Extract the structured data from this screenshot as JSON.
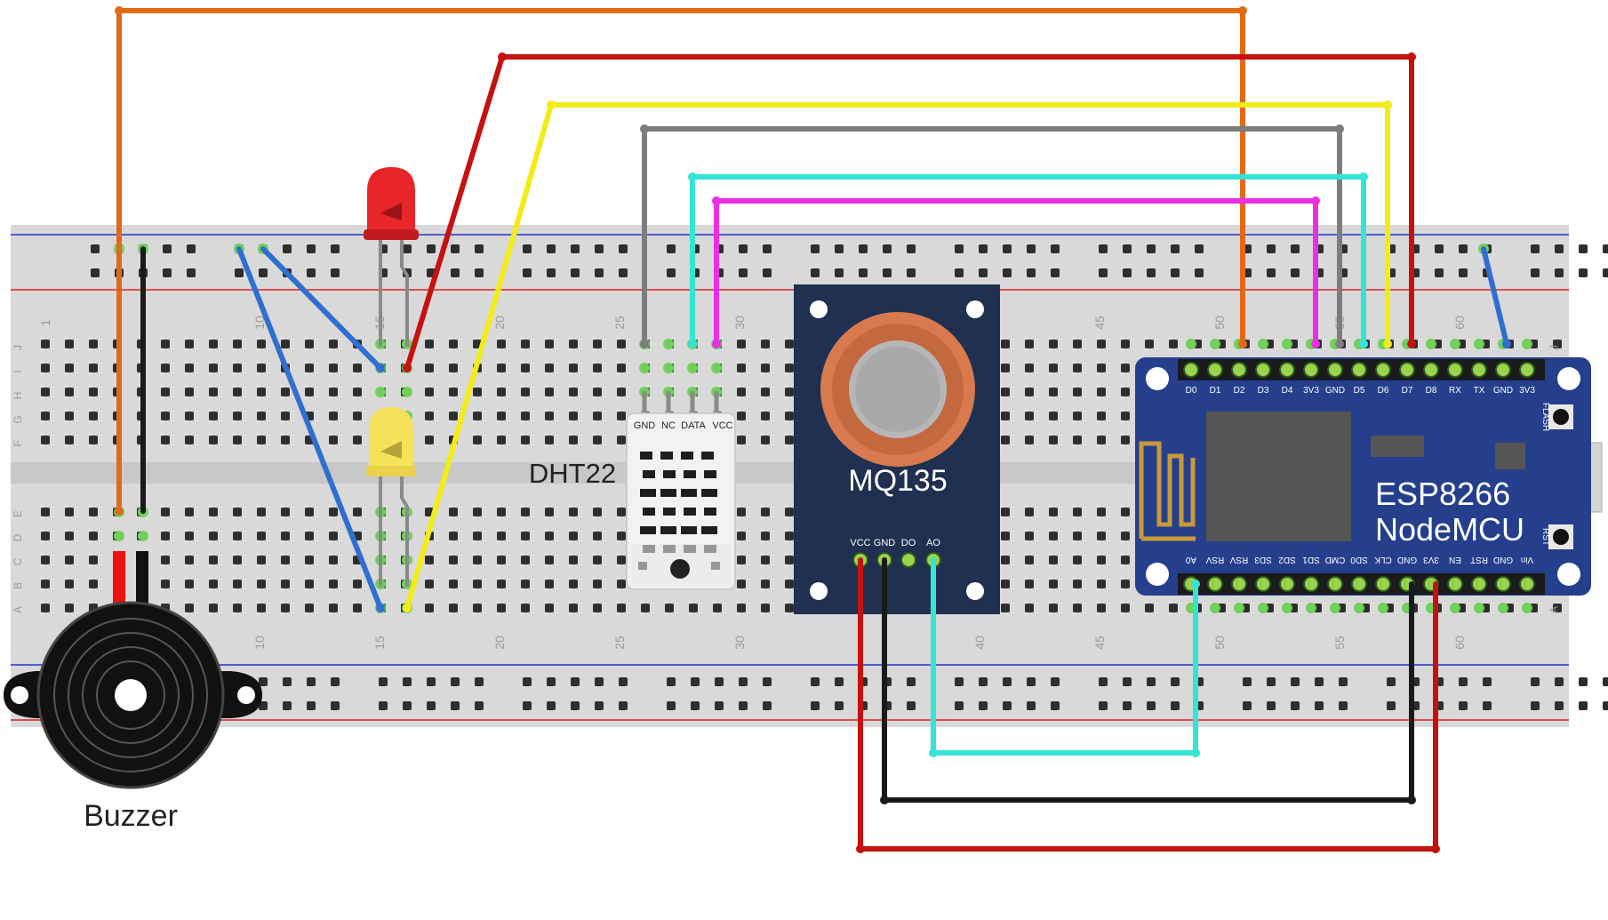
{
  "breadboard": {
    "row_letters_top": [
      "J",
      "I",
      "H",
      "G",
      "F"
    ],
    "row_letters_bottom": [
      "E",
      "D",
      "C",
      "B",
      "A"
    ],
    "column_numbers_top": [
      "1",
      "10",
      "15",
      "20",
      "25",
      "30",
      "45",
      "50",
      "55",
      "60"
    ],
    "column_numbers_bottom": [
      "10",
      "15",
      "20",
      "25",
      "30",
      "40",
      "45",
      "50",
      "55",
      "60"
    ],
    "corner_letters": [
      "J",
      "A"
    ]
  },
  "components": {
    "buzzer": {
      "label": "Buzzer"
    },
    "dht22": {
      "label": "DHT22",
      "pins": [
        "GND",
        "NC",
        "DATA",
        "VCC"
      ]
    },
    "mq135": {
      "label": "MQ135",
      "pins": [
        "VCC",
        "GND",
        "DO",
        "AO"
      ]
    },
    "esp8266": {
      "label_line1": "ESP8266",
      "label_line2": "NodeMCU",
      "top_pins": [
        "D0",
        "D1",
        "D2",
        "D3",
        "D4",
        "3V3",
        "GND",
        "D5",
        "D6",
        "D7",
        "D8",
        "RX",
        "TX",
        "GND",
        "3V3"
      ],
      "bottom_pins": [
        "A0",
        "RSV",
        "RSV",
        "SD3",
        "SD2",
        "SD1",
        "CMD",
        "SD0",
        "CLK",
        "GND",
        "3V3",
        "EN",
        "RST",
        "GND",
        "Vin"
      ],
      "button_flash": "FLASH",
      "button_rst": "RST"
    },
    "led_red": {
      "color": "#e8262a"
    },
    "led_yellow": {
      "color": "#f5e15a"
    }
  },
  "wire_colors": {
    "orange": "#e06a17",
    "red": "#c4120f",
    "yellow": "#f2ec18",
    "gray": "#7d7d7d",
    "cyan": "#36e3d6",
    "magenta": "#ea2fe4",
    "blue": "#2f6fd0",
    "black": "#1a1a1a"
  }
}
